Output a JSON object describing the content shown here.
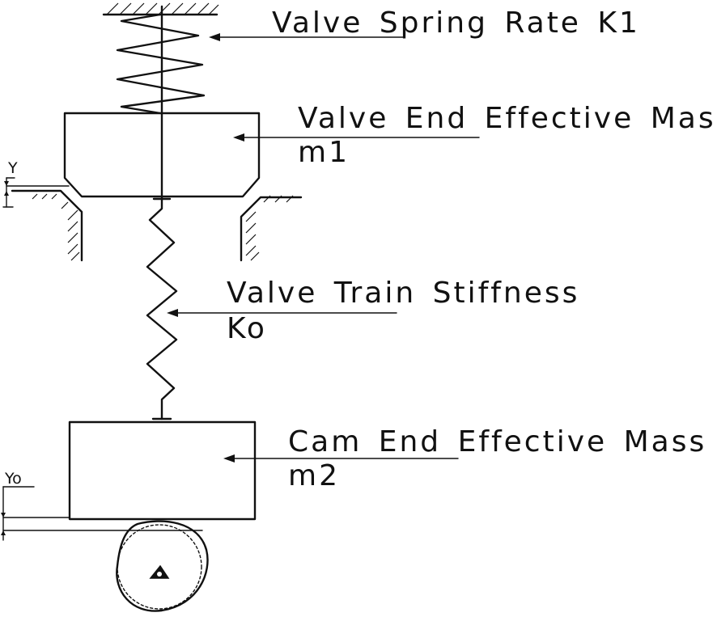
{
  "labels": {
    "valve_spring": "Valve Spring Rate K1",
    "valve_mass_line1": "Valve End Effective Mass",
    "valve_mass_line2": "m1",
    "stiffness_line1": "Valve Train Stiffness",
    "stiffness_line2": "Ko",
    "cam_mass_line1": "Cam End Effective Mass",
    "cam_mass_line2": "m2",
    "displacement_y": "Y",
    "displacement_yo": "Yo"
  }
}
